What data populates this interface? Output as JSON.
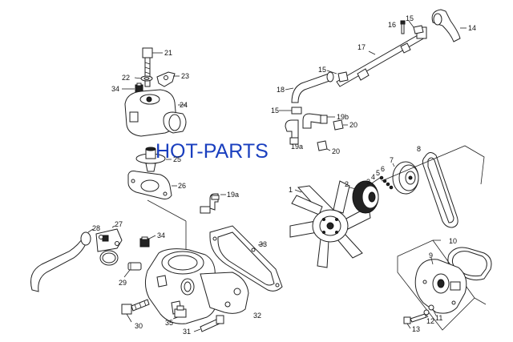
{
  "watermark": "HOT-PARTS",
  "labels": {
    "l1": "1",
    "l2": "2",
    "l3": "3",
    "l4": "4",
    "l5": "5",
    "l6": "6",
    "l7": "7",
    "l8": "8",
    "l9": "9",
    "l10": "10",
    "l11": "11",
    "l12": "12",
    "l13": "13",
    "l14": "14",
    "l15a": "15",
    "l15b": "15",
    "l15c": "15",
    "l16": "16",
    "l17": "17",
    "l18": "18",
    "l19a_top": "19a",
    "l19a_mid": "19a",
    "l19b": "19b",
    "l20a": "20",
    "l20b": "20",
    "l21": "21",
    "l22": "22",
    "l23": "23",
    "l24": "24",
    "l25": "25",
    "l26": "26",
    "l27": "27",
    "l28": "28",
    "l29": "29",
    "l30": "30",
    "l31": "31",
    "l32": "32",
    "l33": "33",
    "l34a": "34",
    "l34b": "34",
    "l35": "35"
  }
}
